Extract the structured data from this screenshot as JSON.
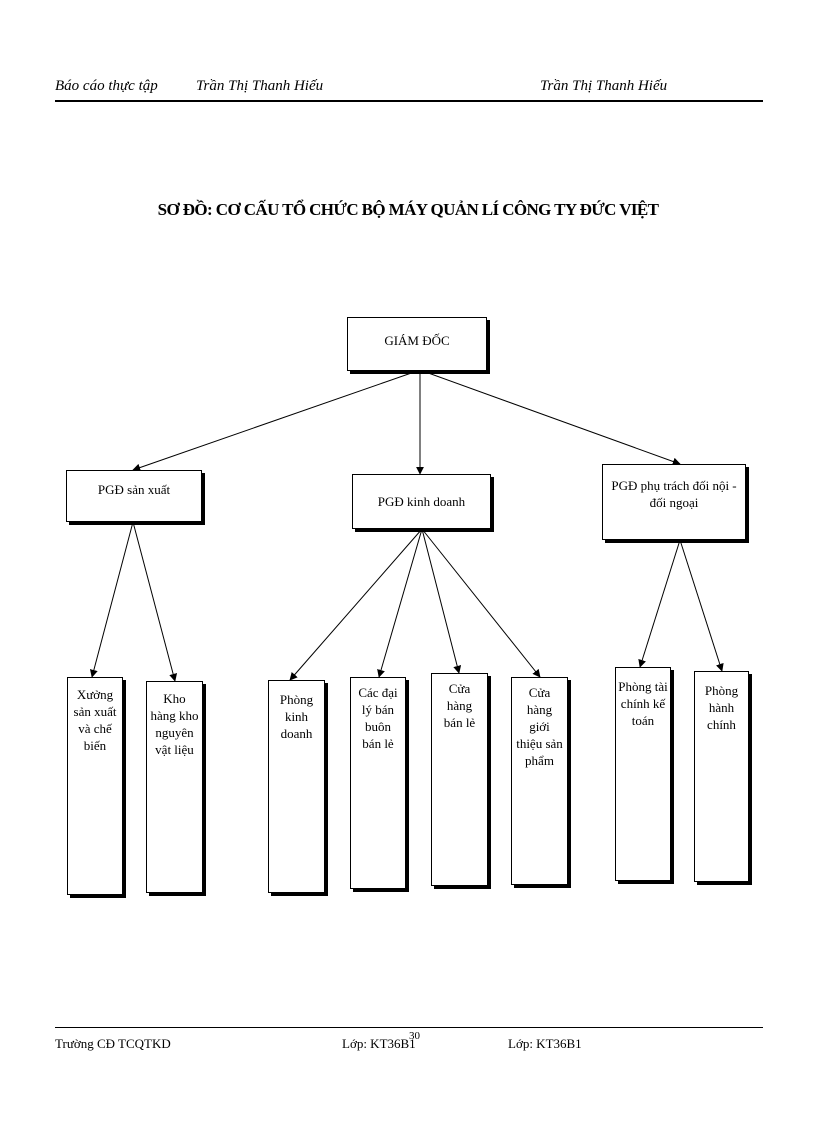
{
  "header": {
    "left": "Báo cáo thực tập",
    "middle": "Trần Thị Thanh Hiếu",
    "right": "Trần Thị Thanh Hiếu"
  },
  "title": "SƠ ĐỒ: CƠ CẤU TỔ CHỨC BỘ MÁY QUẢN LÍ CÔNG TY ĐỨC VIỆT",
  "nodes": {
    "director": "GIÁM ĐỐC",
    "pgd_production": "PGĐ sản xuất",
    "pgd_business": "PGĐ kinh doanh",
    "pgd_affairs": "PGĐ phụ trách đối nội - đối ngoại",
    "workshop": "Xưởng sản xuất và chế biến",
    "warehouse": "Kho hàng kho nguyên vật liệu",
    "sales_dept": "Phòng kinh doanh",
    "agents": "Các đại lý bán buôn bán lẻ",
    "retail_store": "Cửa hàng bán lẻ",
    "showroom": "Cửa hàng giới thiệu sản phẩm",
    "finance_dept": "Phòng tài chính kế toán",
    "admin_dept": "Phòng hành chính"
  },
  "footer": {
    "school": "Trường CĐ TCQTKD",
    "class_left": "Lớp: KT36B1",
    "page_number": "30",
    "class_right": "Lớp: KT36B1"
  }
}
